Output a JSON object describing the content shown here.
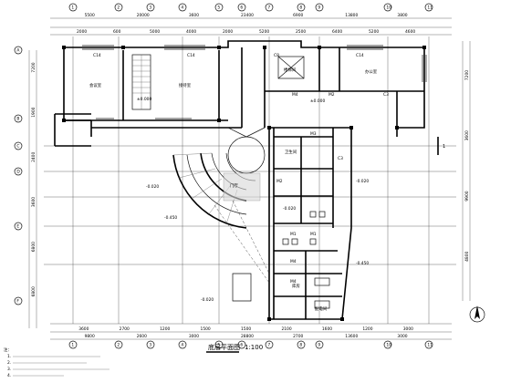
{
  "dims_top_outer": [
    "5500",
    "20000",
    "3600",
    "23400",
    "6900",
    "13800",
    "3800"
  ],
  "dims_top_inner": [
    "2000",
    "600",
    "5000",
    "4000",
    "2000",
    "5200",
    "2500",
    "6400",
    "5200",
    "4600"
  ],
  "dims_bottom_inner": [
    "3600",
    "2700",
    "1200",
    "1500",
    "1500",
    "2100",
    "1600",
    "1200",
    "3000"
  ],
  "dims_bottom_outer": [
    "9800",
    "2600",
    "3000",
    "28800",
    "2700",
    "13600",
    "3000"
  ],
  "dims_left": [
    "7200",
    "1900",
    "2400",
    "3600",
    "6800",
    "6800"
  ],
  "dims_right": [
    "7200",
    "3600",
    "9900",
    "4800"
  ],
  "rooms": {
    "r1": "会议室",
    "r2": "接待室",
    "r3": "门厅",
    "r4": "卫生间",
    "r5": "楼梯间",
    "r6": "办公室",
    "r7": "库房",
    "r8": "配电间"
  },
  "level_marks": [
    "±0.000",
    "-0.020",
    "-0.450",
    "-0.020",
    "-0.020",
    "-0.450",
    "-0.020",
    "±0.000"
  ],
  "door_tags": [
    "C14",
    "C14",
    "C14",
    "C8",
    "M4",
    "M3",
    "M2",
    "M1",
    "M1",
    "C3",
    "M4",
    "M4",
    "M2",
    "C3"
  ],
  "grid_bubbles_top": [
    "1",
    "2",
    "3",
    "4",
    "5",
    "6",
    "7",
    "8",
    "9",
    "10",
    "11"
  ],
  "grid_bubbles_bottom": [
    "1",
    "2",
    "3",
    "4",
    "5",
    "6",
    "7",
    "8",
    "9",
    "10",
    "11"
  ],
  "grid_bubbles_left": [
    "A",
    "B",
    "C",
    "D",
    "E",
    "F"
  ],
  "section_mark": "1",
  "plan_title": "底层平面图",
  "plan_scale": "1:100",
  "notes_title": "注：",
  "notes": [
    "1.",
    "2.",
    "3.",
    "4."
  ],
  "north_label": "N"
}
